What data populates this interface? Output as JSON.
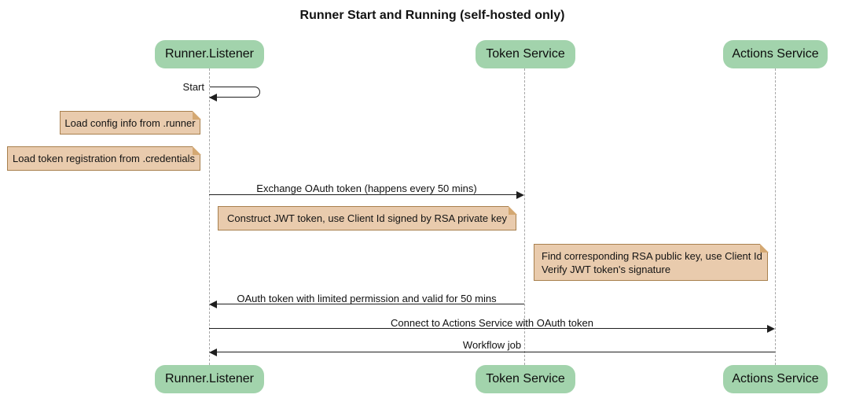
{
  "title": "Runner Start and Running (self-hosted only)",
  "diagram_type": "sequence-diagram",
  "actors": [
    {
      "label": "Runner.Listener"
    },
    {
      "label": "Token Service"
    },
    {
      "label": "Actions Service"
    }
  ],
  "self_message": {
    "label": "Start",
    "actor": "Runner.Listener"
  },
  "notes": [
    {
      "text": "Load config info from .runner",
      "placement": "left of Runner.Listener"
    },
    {
      "text": "Load token registration from .credentials",
      "placement": "left of Runner.Listener"
    },
    {
      "text": "Construct JWT token, use Client Id signed by RSA private key",
      "placement": "over Runner.Listener and Token Service"
    },
    {
      "text": "Find corresponding RSA public key, use Client Id\nVerify JWT token's signature",
      "placement": "over Token Service and Actions Service"
    }
  ],
  "messages": [
    {
      "label": "Exchange OAuth token (happens every 50 mins)",
      "from": "Runner.Listener",
      "to": "Token Service",
      "direction": "right"
    },
    {
      "label": "OAuth token with limited permission and valid for 50 mins",
      "from": "Token Service",
      "to": "Runner.Listener",
      "direction": "left"
    },
    {
      "label": "Connect to Actions Service with OAuth token",
      "from": "Runner.Listener",
      "to": "Actions Service",
      "direction": "right"
    },
    {
      "label": "Workflow job",
      "from": "Actions Service",
      "to": "Runner.Listener",
      "direction": "left"
    }
  ],
  "colors": {
    "actor_fill": "#a2d3ac",
    "actor_text": "#0d0d0d",
    "note_fill": "#e9cbad",
    "note_border": "#a8804e",
    "message_line": "#1f1f1f",
    "lifeline": "#a6a6a6",
    "background": "#ffffff"
  }
}
